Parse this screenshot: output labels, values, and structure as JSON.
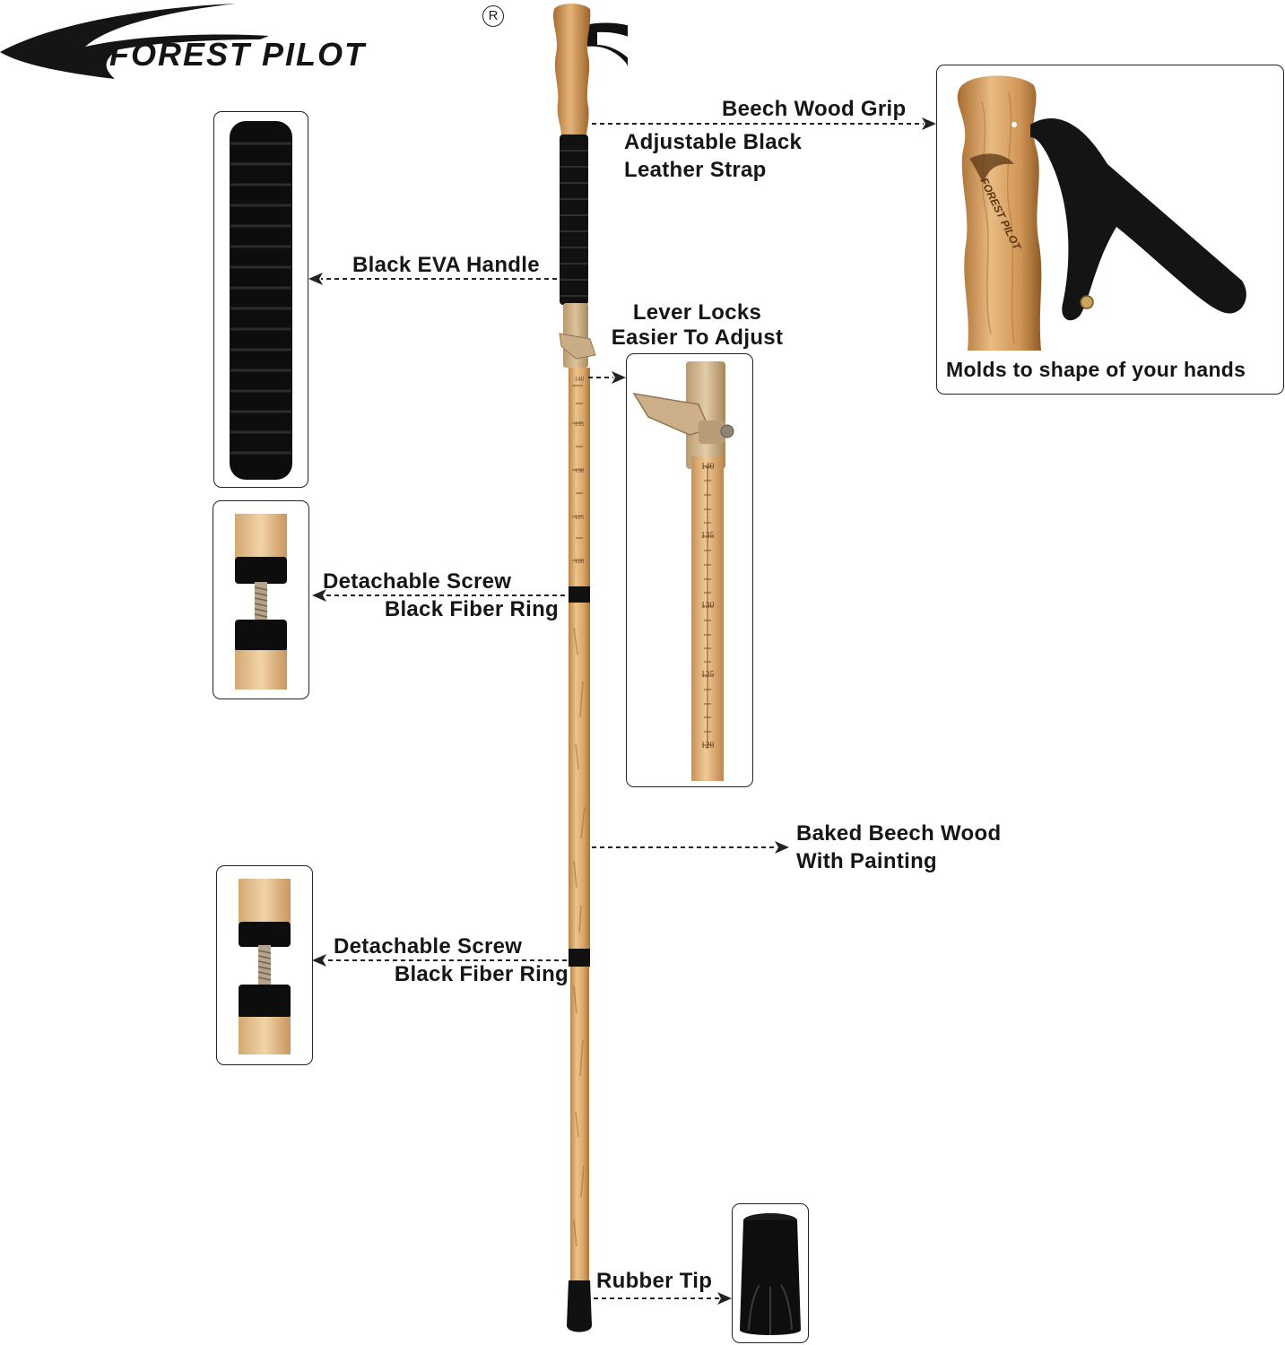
{
  "brand": {
    "name": "FOREST PILOT",
    "registered_mark": "R"
  },
  "labels": {
    "beech_wood_grip": "Beech Wood Grip",
    "adjustable_strap": [
      "Adjustable Black",
      "Leather Strap"
    ],
    "black_eva_handle": "Black EVA Handle",
    "lever_locks": [
      "Lever Locks",
      "Easier To Adjust"
    ],
    "detachable_screw_1": [
      "Detachable Screw",
      "Black Fiber Ring"
    ],
    "baked_beech_wood": [
      "Baked Beech Wood",
      "With Painting"
    ],
    "detachable_screw_2": [
      "Detachable Screw",
      "Black Fiber Ring"
    ],
    "rubber_tip": "Rubber Tip"
  },
  "grip_detail": {
    "caption": "Molds to shape of your hands",
    "engraving": "FOREST PILOT"
  },
  "lever_detail": {
    "scale_marks": [
      "140",
      "135",
      "130",
      "125",
      "120"
    ]
  },
  "pole_scale_marks": [
    "140",
    "135",
    "130",
    "125",
    "120"
  ],
  "colors": {
    "wood": "#e0b57c",
    "wood_dark": "#b07a3e",
    "black": "#111111",
    "lever_tan": "#c9ad85",
    "text": "#161616"
  }
}
